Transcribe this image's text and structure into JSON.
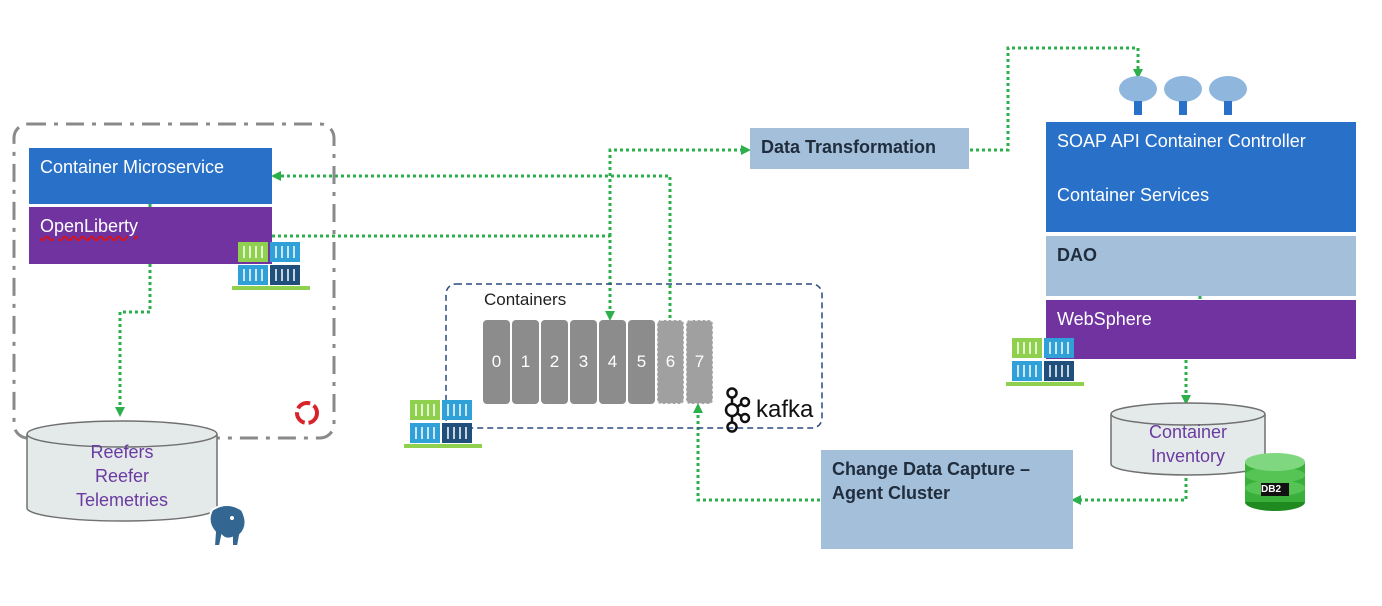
{
  "microservice": {
    "title": "Container Microservice",
    "runtime": "OpenLiberty"
  },
  "postgres_db": {
    "lines": [
      "Reefers",
      "Reefer",
      "Telemetries"
    ]
  },
  "kafka": {
    "topic_label": "Containers",
    "partitions": [
      "0",
      "1",
      "2",
      "3",
      "4",
      "5",
      "6",
      "7"
    ],
    "brand": "kafka"
  },
  "transformation": {
    "label": "Data Transformation"
  },
  "soap": {
    "controller": "SOAP API Container Controller",
    "services": "Container Services",
    "dao": "DAO",
    "runtime": "WebSphere"
  },
  "db2": {
    "lines": [
      "Container",
      "Inventory"
    ],
    "badge": "DB2"
  },
  "cdc": {
    "line1": "Change Data Capture –",
    "line2": "Agent Cluster"
  },
  "colors": {
    "blue": "#2970c9",
    "purple": "#7033a0",
    "lightblue": "#a3bfda",
    "green_arrow": "#2db04b",
    "gray_part": "#8c8c8c"
  }
}
